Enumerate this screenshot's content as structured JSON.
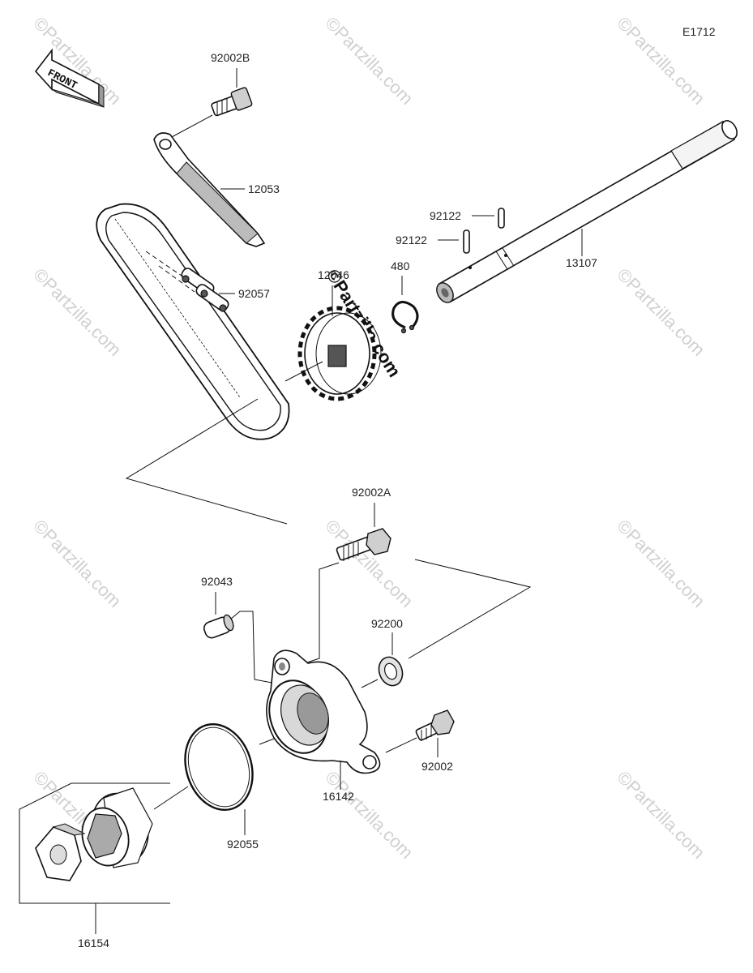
{
  "diagram": {
    "code": "E1712",
    "front_label": "FRONT",
    "watermark": "©Partzilla.com",
    "parts": {
      "bolt_b": "92002B",
      "guide": "12053",
      "chain": "92057",
      "sprocket": "12046",
      "circlip": "480",
      "pin_upper": "92122",
      "pin_lower": "92122",
      "shaft": "13107",
      "bolt_a": "92002A",
      "dowel": "92043",
      "washer": "92200",
      "bolt": "92002",
      "housing": "16142",
      "oring": "92055",
      "rotor": "16154"
    }
  }
}
